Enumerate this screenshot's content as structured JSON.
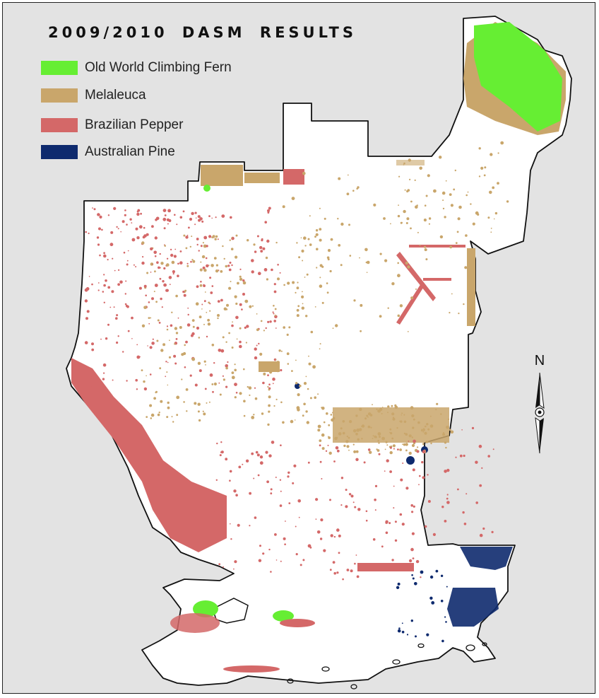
{
  "title": "2009/2010 DASM RESULTS",
  "legend": {
    "items": [
      {
        "label": "Old World Climbing Fern",
        "color": "#66ee33"
      },
      {
        "label": "Melaleuca",
        "color": "#c9a66b"
      },
      {
        "label": "Brazilian Pepper",
        "color": "#d46868"
      },
      {
        "label": "Australian Pine",
        "color": "#0e2a6e"
      }
    ]
  },
  "north_arrow": {
    "label": "N"
  },
  "colors": {
    "background": "#e3e3e3",
    "land": "#ffffff",
    "outline": "#111111"
  }
}
